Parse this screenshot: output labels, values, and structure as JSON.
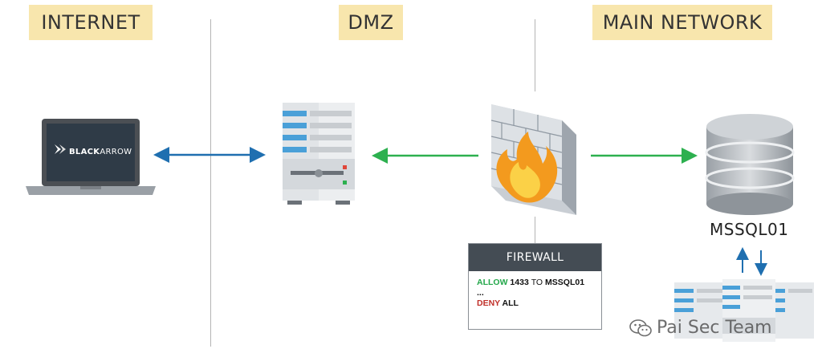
{
  "zones": {
    "internet": "INTERNET",
    "dmz": "DMZ",
    "main_network": "MAIN NETWORK"
  },
  "laptop": {
    "brand_bold": "BLACK",
    "brand_light": "ARROW"
  },
  "database": {
    "label": "MSSQL01"
  },
  "firewall": {
    "title": "FIREWALL",
    "rule1": {
      "action": "ALLOW",
      "port": "1433",
      "to_word": "TO",
      "target": "MSSQL01"
    },
    "ellipsis": "...",
    "rule2": {
      "action": "DENY",
      "scope": "ALL"
    }
  },
  "watermark": {
    "text": "Pai Sec Team",
    "icon": "wechat-icon"
  },
  "colors": {
    "zone_label_bg": "#f8e6ad",
    "blue_arrow": "#1f6fb0",
    "green_arrow": "#2db04f",
    "allow": "#23a74a",
    "deny": "#c0302a"
  }
}
